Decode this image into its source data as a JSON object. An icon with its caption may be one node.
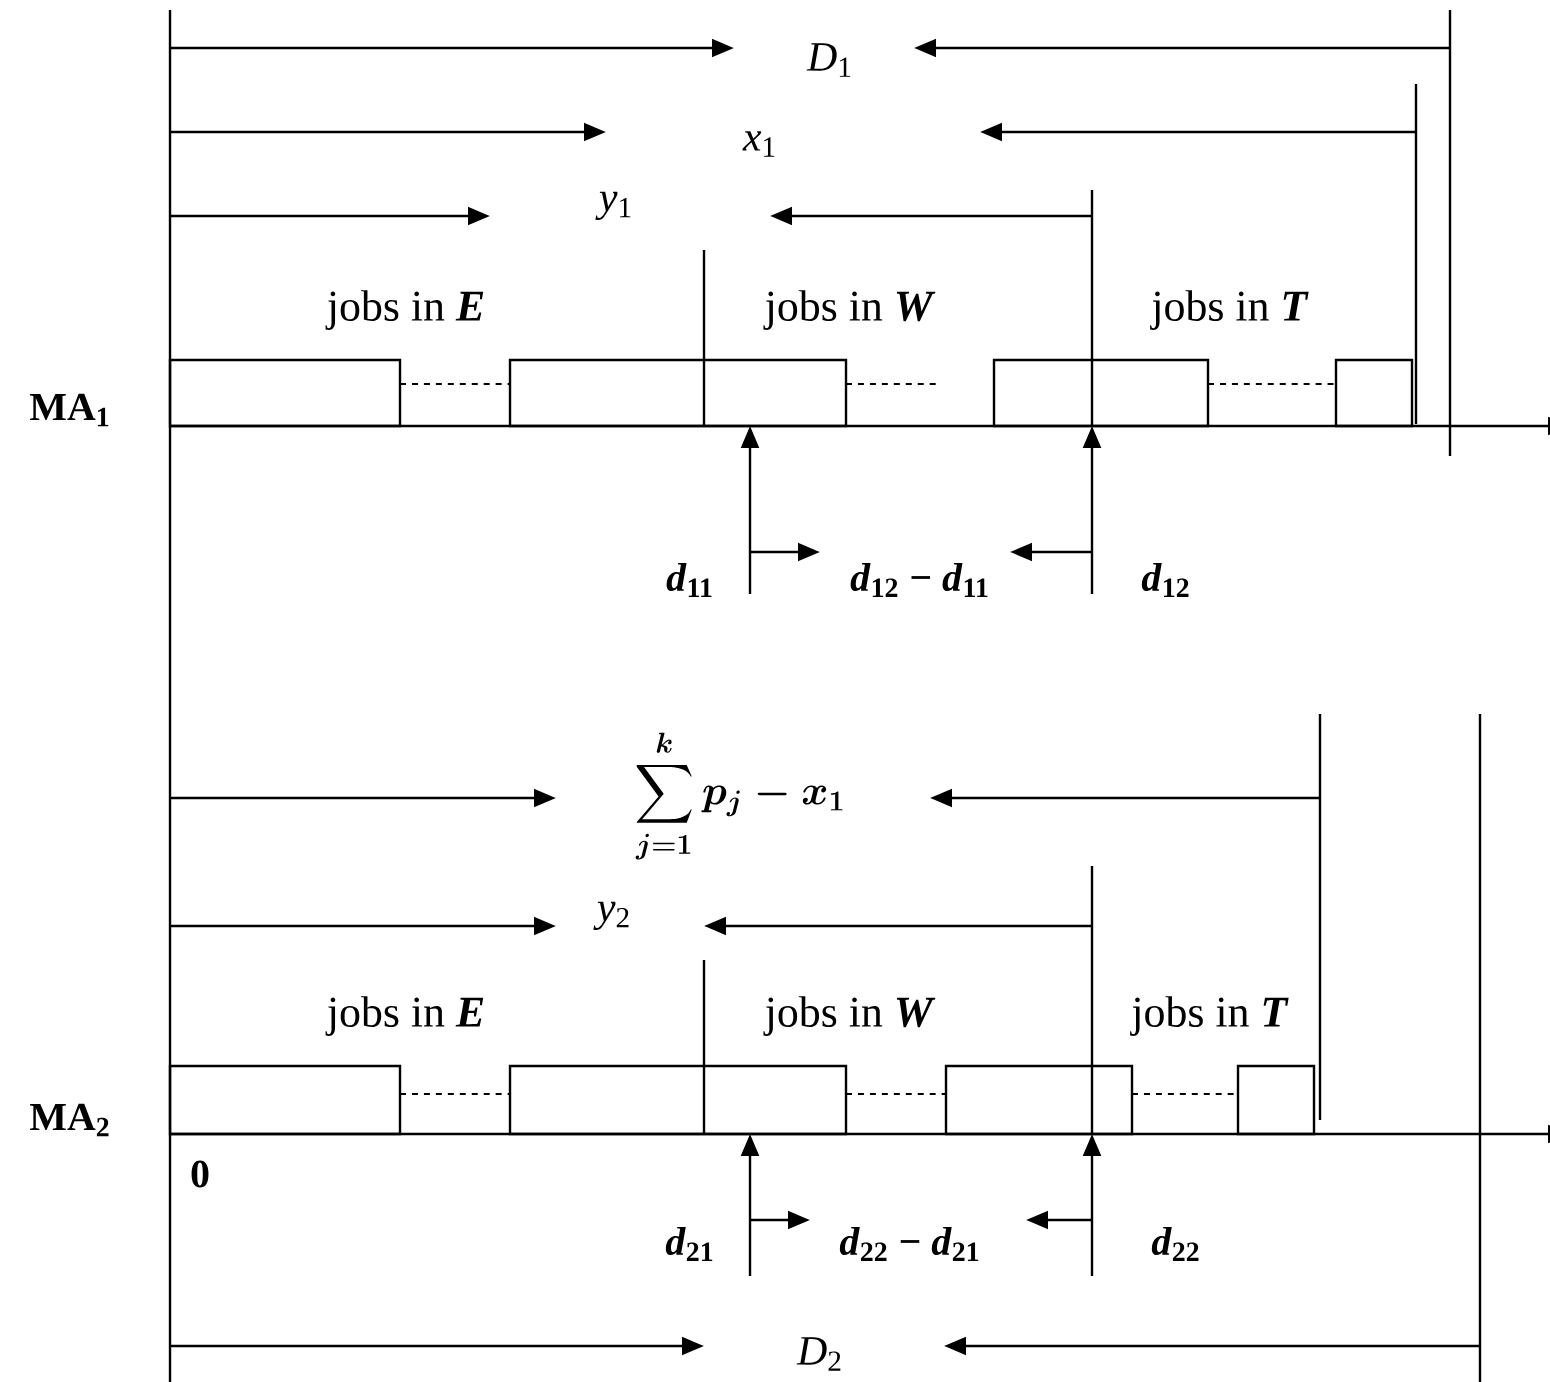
{
  "diagram": {
    "labels": [
      "*D*$_{1}$",
      "*x*$_{1}$",
      "*y*$_{1}$",
      "jobs in **E**",
      "jobs in **W**",
      "jobs in **T**",
      "MA$_{1}$",
      "*d*$_{11}$",
      "*d*$_{12}$ − *d*$_{11}$",
      "*d*$_{12}$",
      "\\sum_{j=1}^{k} p_{j} - x_{1}",
      "*y*$_{2}$",
      "jobs in **E**",
      "jobs in **W**",
      "jobs in **T**",
      "MA$_{2}$",
      "0",
      "*d*$_{21}$",
      "*d*$_{22}$ − *d*$_{21}$",
      "*d*$_{22}$",
      "*D*$_{2}$"
    ]
  }
}
